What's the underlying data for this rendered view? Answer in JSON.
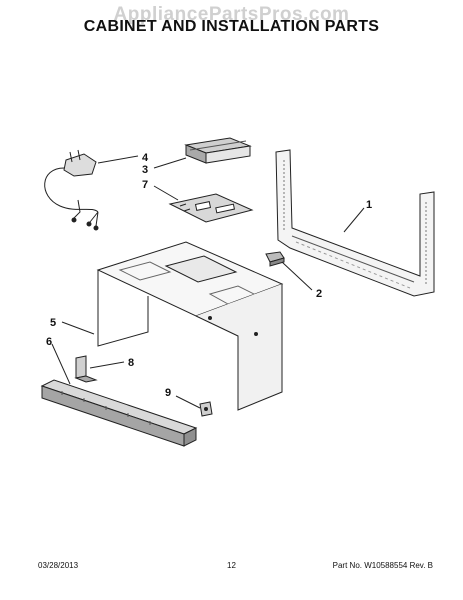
{
  "watermark": "AppliancePartsPros.com",
  "title": "CABINET AND INSTALLATION PARTS",
  "callouts": {
    "c1": "1",
    "c2": "2",
    "c3": "3",
    "c4": "4",
    "c5": "5",
    "c6": "6",
    "c7": "7",
    "c8": "8",
    "c9": "9"
  },
  "footer": {
    "date": "03/28/2013",
    "page": "12",
    "part": "Part No. W10588554  Rev. B"
  }
}
